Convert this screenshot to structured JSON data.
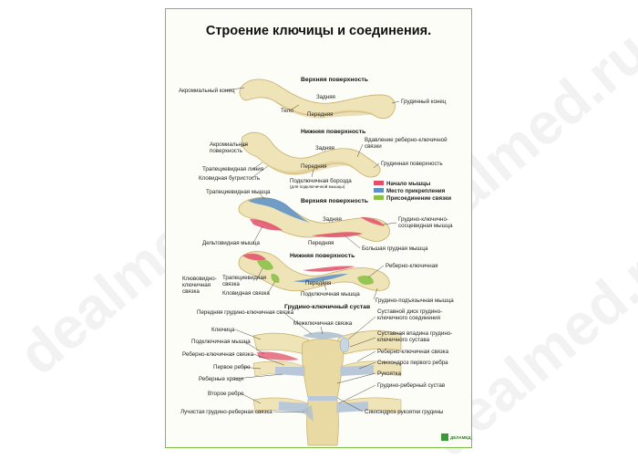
{
  "poster": {
    "title": "Строение ключицы и соединения.",
    "publisher_logo_text": "ДЕЛАМЕД"
  },
  "watermark": "dealmed.ru",
  "colors": {
    "border": "#7cc043",
    "bone": "#efe3b8",
    "bone_shadow": "#d9c27e",
    "muscle_origin": "#e0506a",
    "muscle_insertion": "#5a8fc8",
    "ligament_attachment": "#8cc04a",
    "cartilage": "#b9c8d8"
  },
  "legend": [
    {
      "label": "Начало мышцы",
      "color": "#e0506a"
    },
    {
      "label": "Место прикрепления",
      "color": "#5a8fc8"
    },
    {
      "label": "Присоединение связки",
      "color": "#8cc04a"
    }
  ],
  "sections": {
    "upper_surface_1": "Верхняя поверхность",
    "lower_surface_1": "Нижняя поверхность",
    "upper_surface_2": "Верхняя поверхность",
    "lower_surface_2": "Нижняя поверхность",
    "sc_joint": "Грудино-ключичный сустав"
  },
  "labels": {
    "acromial_end": "Акромиальный конец",
    "back_1": "Задняя",
    "body": "Тело",
    "front_1": "Передняя",
    "sternal_end": "Грудинный конец",
    "acromial_surface_1": "Акромиальная",
    "acromial_surface_2": "поверхность",
    "back_2": "Задняя",
    "depression_1": "Вдавление реберно-ключичной",
    "depression_2": "связки",
    "front_2": "Передняя",
    "sternal_surface": "Грудинная поверхность",
    "trapezoid_line": "Трапециевидная линия",
    "conoid_tubercle": "Кловидная бугристость",
    "subclavian_groove_1": "Подключичная борозда",
    "subclavian_groove_2": "(для подключичной мышцы)",
    "trapezius": "Трапециевидная мышца",
    "back_3": "Задняя",
    "scm_1": "Грудино-ключично-",
    "scm_2": "сосцевидная мышца",
    "deltoid": "Дельтовидная мышца",
    "front_3": "Передняя",
    "pectoralis_major": "Большая грудная мышца",
    "costoclavicular_lig": "Реберно-ключичная",
    "cc_lig_1": "Клювовидно-",
    "cc_lig_2": "ключичная",
    "cc_lig_3": "связка",
    "trapezoid_lig_1": "Трапециевидная",
    "trapezoid_lig_2": "связка",
    "conoid_lig": "Кловидная связка",
    "front_4": "Передняя",
    "subclavius": "Подключичная мышца",
    "sternohyoid": "Грудино-подъязычная мышца",
    "ant_sc_lig": "Передняя грудино-ключичная связка",
    "interclavicular_lig": "Межключичная связка",
    "articular_disc_1": "Суставной диск грудино-",
    "articular_disc_2": "ключичного соединения",
    "clavicle": "Ключица",
    "subclavius_2": "Подключичная мышца",
    "joint_capsule_1": "Суставная впадина грудино-",
    "joint_capsule_2": "ключичного сустава",
    "costoclav_lig_2": "Реберно-ключичная связка",
    "costoclav_lig_3": "Реберно-ключичная связка",
    "first_rib_synch": "Синхондроз первого ребра",
    "first_rib": "Первое ребро",
    "manubrium": "Рукоятка",
    "costal_cartilage": "Реберные хрящи",
    "sternocostal_joint": "Грудино-реберный сустав",
    "second_rib": "Второе ребро",
    "radiate_lig": "Лучистая грудино-реберная связка",
    "manubrium_synch": "Синхондроз рукоятки грудины"
  }
}
